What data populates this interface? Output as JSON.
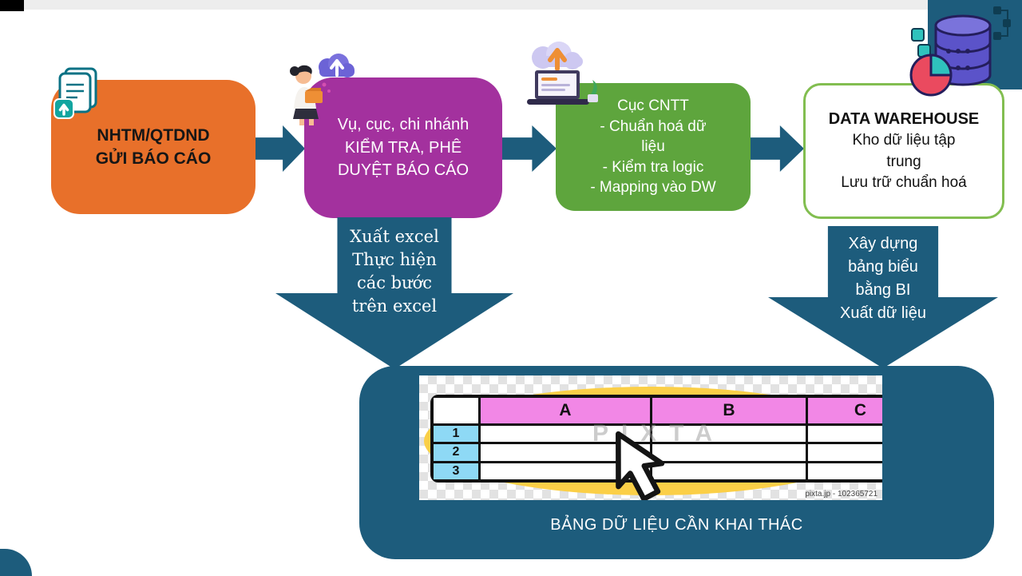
{
  "colors": {
    "accent_teal": "#1D5C7C",
    "step1_orange": "#E8702A",
    "step2_purple": "#A3319E",
    "step3_green": "#5EA53D",
    "dw_border_green": "#82BE50",
    "sheet_header_pink": "#F287E6",
    "sheet_row_cyan": "#8ED9F5",
    "ellipse_yellow": "#FBCF47"
  },
  "icons": {
    "box1": "document-upload-icon",
    "box2": "person-cloud-upload-icon",
    "box3": "laptop-cloud-upload-icon",
    "box4": "database-pie-icon",
    "bottom": "cursor-arrow-icon"
  },
  "flow": {
    "box1": {
      "lines": [
        "NHTM/QTDND",
        "GỬI BÁO CÁO"
      ]
    },
    "box2": {
      "lines": [
        "Vụ, cục, chi nhánh",
        "KIỂM TRA, PHÊ",
        "DUYỆT BÁO CÁO"
      ]
    },
    "box3": {
      "lines": [
        "Cục CNTT",
        "-    Chuẩn hoá dữ",
        "liệu",
        "-    Kiểm tra logic",
        "-    Mapping vào DW"
      ]
    },
    "box4": {
      "title": "DATA WAREHOUSE",
      "lines": [
        "Kho dữ liệu tập",
        "trung",
        "Lưu trữ chuẩn hoá"
      ]
    }
  },
  "downArrowLeft": {
    "lines": [
      "Xuất excel",
      "Thực hiện",
      "các bước",
      "trên excel"
    ]
  },
  "downArrowRight": {
    "lines": [
      "Xây dựng",
      "bảng biểu",
      "bằng BI",
      "Xuất dữ liệu"
    ]
  },
  "bottom": {
    "caption": "BẢNG DỮ LIỆU CẦN KHAI THÁC",
    "spreadsheet": {
      "col_headers": [
        "A",
        "B",
        "C"
      ],
      "row_headers": [
        "1",
        "2",
        "3"
      ],
      "watermark": "PIXTA",
      "credit": "pixta.jp - 102365721"
    }
  }
}
